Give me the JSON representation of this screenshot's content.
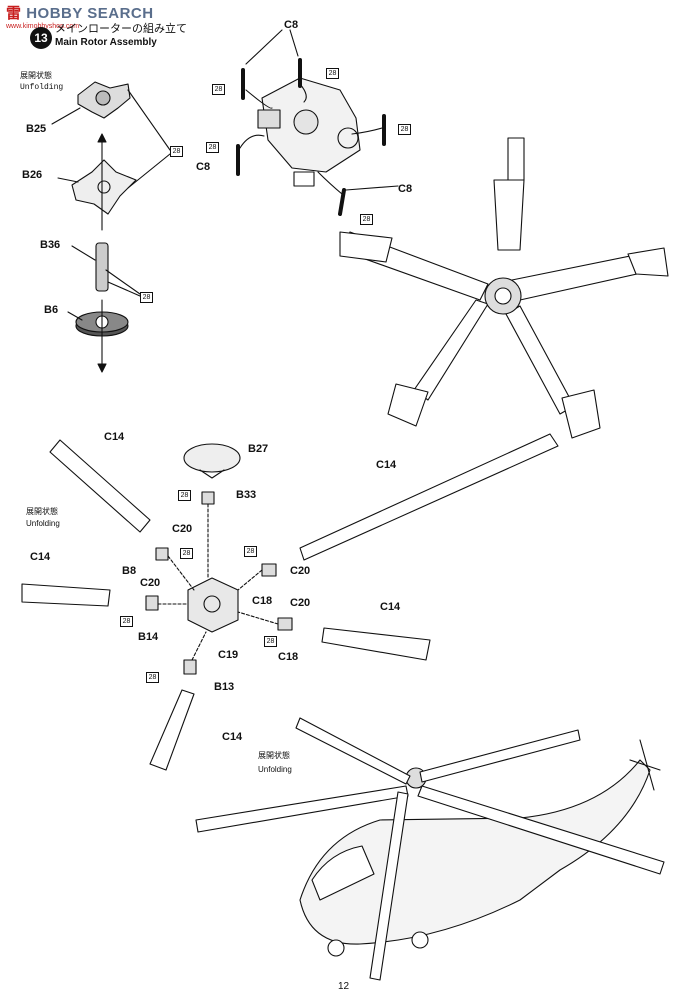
{
  "watermark": {
    "brand_cn": "雷",
    "brand": "HOBBY SEARCH",
    "url": "www.kimobbyshop.com"
  },
  "header": {
    "step": "13",
    "title_jp": "メインローターの組み立て",
    "title_en": "Main Rotor Assembly"
  },
  "labels": {
    "unfold_jp": "展開状態",
    "unfold_en": "Unfolding",
    "c8": "C8",
    "b25": "B25",
    "b26": "B26",
    "b36": "B36",
    "b6": "B6",
    "b27": "B27",
    "b33": "B33",
    "c14": "C14",
    "c20": "C20",
    "b8": "B8",
    "b14": "B14",
    "c18": "C18",
    "c19": "C19",
    "b13": "B13",
    "paint": "28"
  },
  "page_number": "12"
}
